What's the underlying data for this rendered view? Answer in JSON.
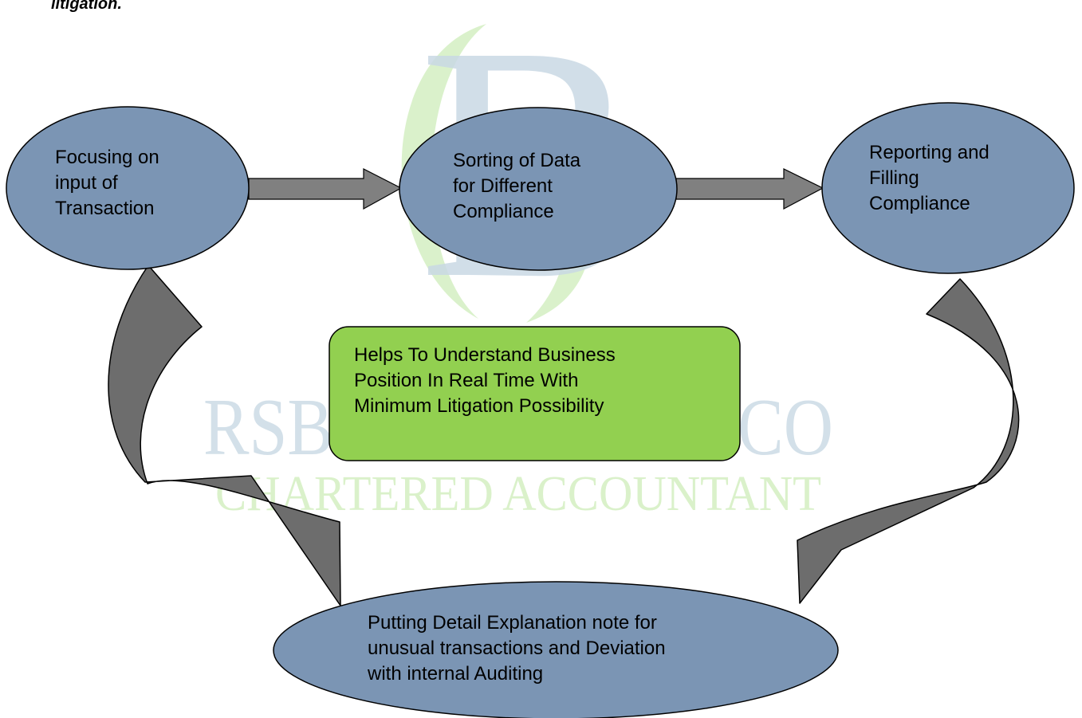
{
  "intro_fragment": "litigation.",
  "watermark": {
    "monogram": "B",
    "name": "RSBHANDARI & CO",
    "subtitle": "CHARTERED ACCOUNTANT",
    "color_blue": "#c9d9e4",
    "color_green": "#d6f0c5"
  },
  "colors": {
    "ellipse_fill": "#7b95b4",
    "ellipse_stroke": "#000000",
    "center_fill": "#92d050",
    "arrow_fill": "#808080",
    "curved_arrow_fill": "#6d6d6d"
  },
  "nodes": {
    "input": {
      "lines": [
        "Focusing on",
        "input of",
        "Transaction"
      ]
    },
    "sorting": {
      "lines": [
        "Sorting of Data",
        "for Different",
        "Compliance"
      ]
    },
    "reporting": {
      "lines": [
        "Reporting and",
        "Filling",
        "Compliance"
      ]
    },
    "explanation": {
      "lines": [
        "Putting Detail Explanation note for",
        "unusual transactions and Deviation",
        "with internal Auditing"
      ]
    },
    "center": {
      "lines": [
        "Helps To Understand Business",
        "Position In Real Time With",
        "Minimum Litigation Possibility"
      ]
    }
  }
}
